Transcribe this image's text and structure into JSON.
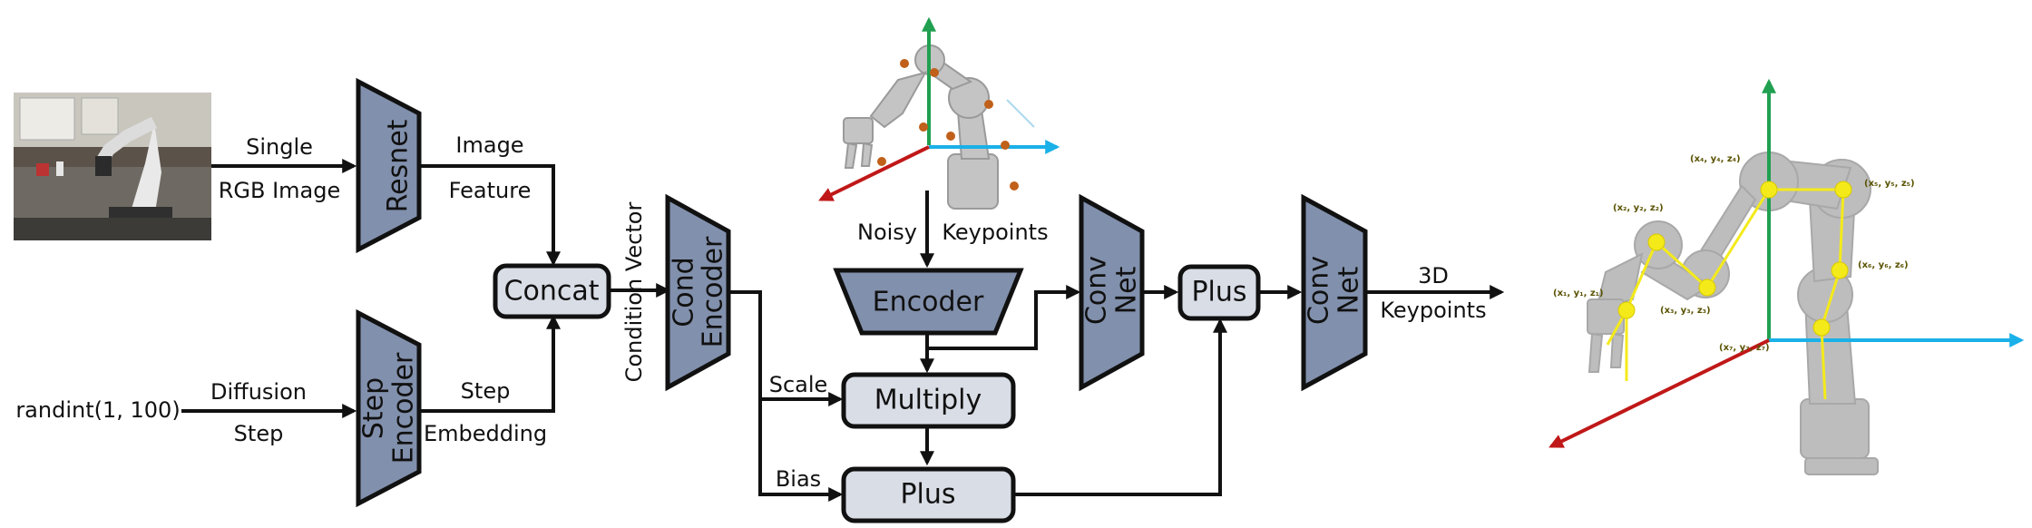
{
  "colors": {
    "trapezoid_fill": "#8190ac",
    "box_fill": "#d9dde6",
    "axis_x": "#1ab0e8",
    "axis_y": "#20a050",
    "axis_z": "#c01818",
    "keypoint_noisy": "#c0601a",
    "keypoint_clean": "#f4ea1a"
  },
  "inputs": {
    "image_label_1": "Single",
    "image_label_2": "RGB Image",
    "randint": "randint(1, 100)",
    "diffusion_label_1": "Diffusion",
    "diffusion_label_2": "Step"
  },
  "blocks": {
    "resnet": "Resnet",
    "step_encoder_1": "Step",
    "step_encoder_2": "Encoder",
    "concat": "Concat",
    "cond_encoder_1": "Cond",
    "cond_encoder_2": "Encoder",
    "encoder": "Encoder",
    "multiply": "Multiply",
    "plus_bottom": "Plus",
    "conv_net_1_a": "Conv",
    "conv_net_1_b": "Net",
    "plus_right": "Plus",
    "conv_net_2_a": "Conv",
    "conv_net_2_b": "Net"
  },
  "edges": {
    "image_feature_1": "Image",
    "image_feature_2": "Feature",
    "step_embedding_1": "Step",
    "step_embedding_2": "Embedding",
    "condition_vector": "Condition Vector",
    "noisy": "Noisy",
    "keypoints": "Keypoints",
    "scale": "Scale",
    "bias": "Bias",
    "output_1": "3D",
    "output_2": "Keypoints"
  },
  "keypoint_labels": [
    "(x₁, y₁, z₁)",
    "(x₂, y₂, z₂)",
    "(x₃, y₃, z₃)",
    "(x₄, y₄, z₄)",
    "(x₅, y₅, z₅)",
    "(x₆, y₆, z₆)",
    "(x₇, y₇, z₇)"
  ]
}
